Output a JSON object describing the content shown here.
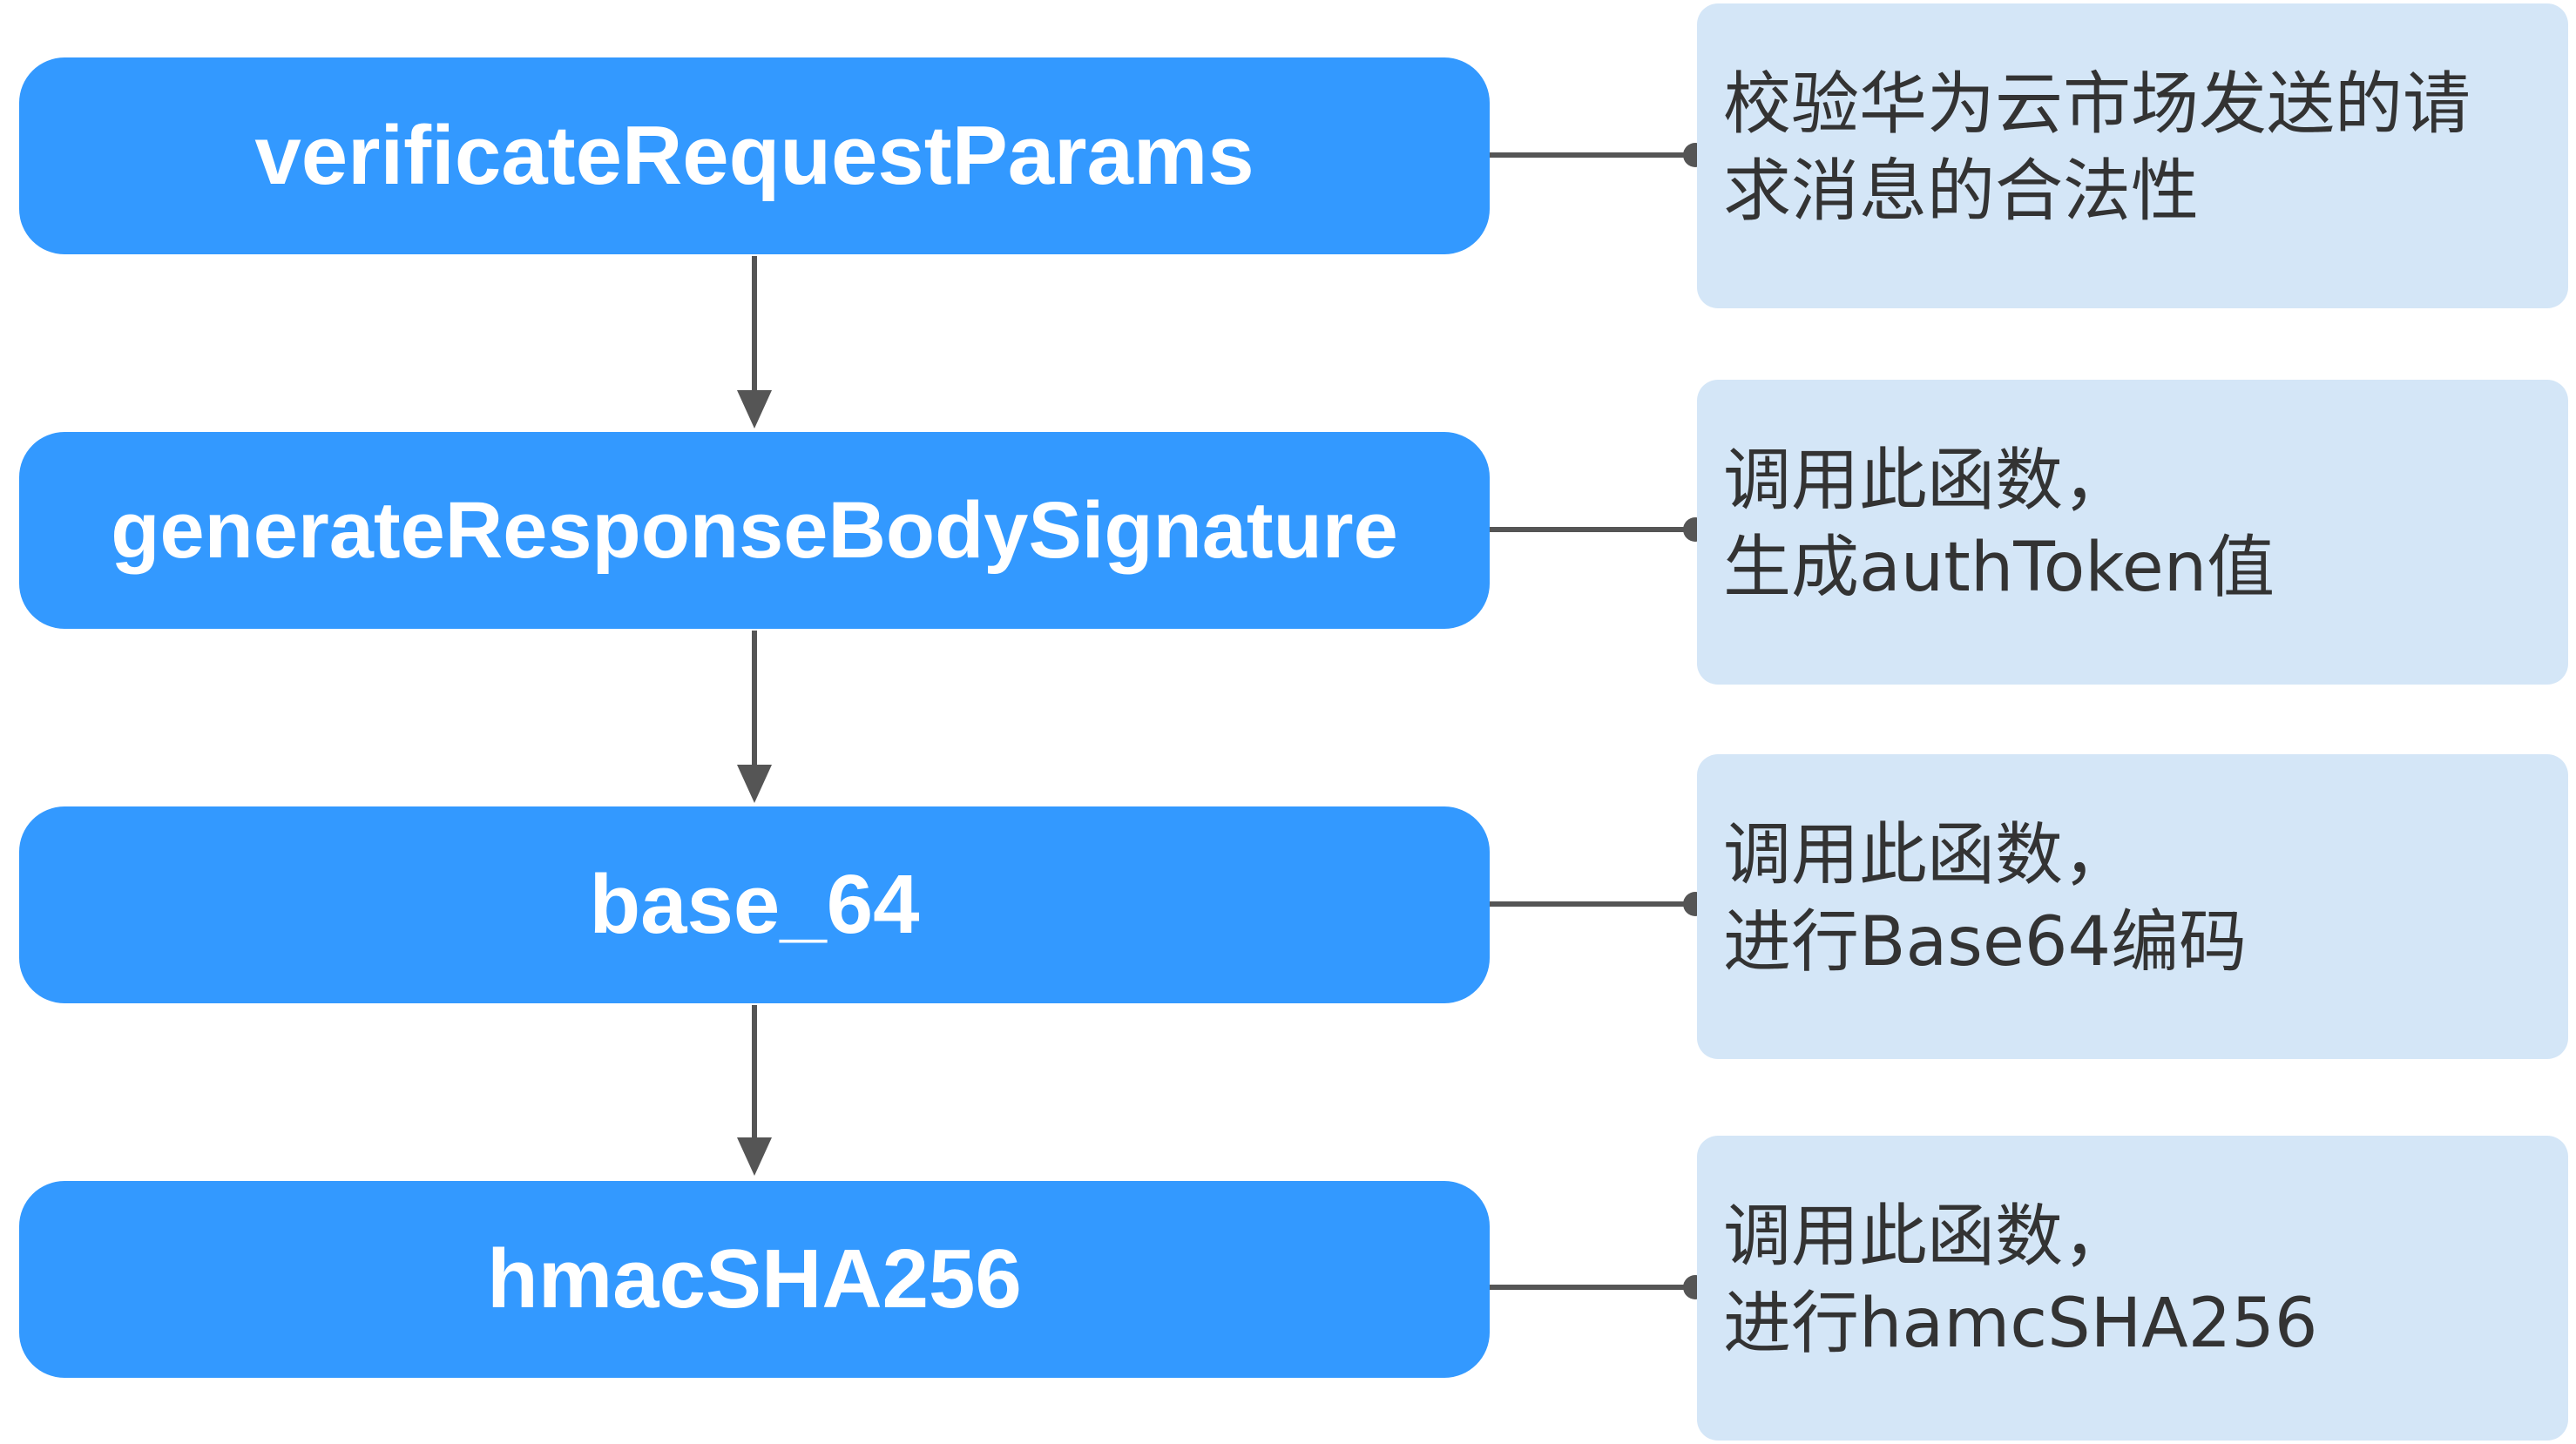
{
  "steps": [
    {
      "function": "verificateRequestParams",
      "note_lines": [
        "校验华为云市场发送的请",
        "求消息的合法性"
      ]
    },
    {
      "function": "generateResponseBodySignature",
      "note_lines": [
        "调用此函数，",
        "生成authToken值"
      ]
    },
    {
      "function": "base_64",
      "note_lines": [
        "调用此函数，",
        "进行Base64编码"
      ]
    },
    {
      "function": "hmacSHA256",
      "note_lines": [
        "调用此函数，",
        "进行hamcSHA256"
      ]
    }
  ],
  "colors": {
    "function_box": "#3399ff",
    "note_box": "#d4e6f7",
    "connector": "#555555"
  }
}
